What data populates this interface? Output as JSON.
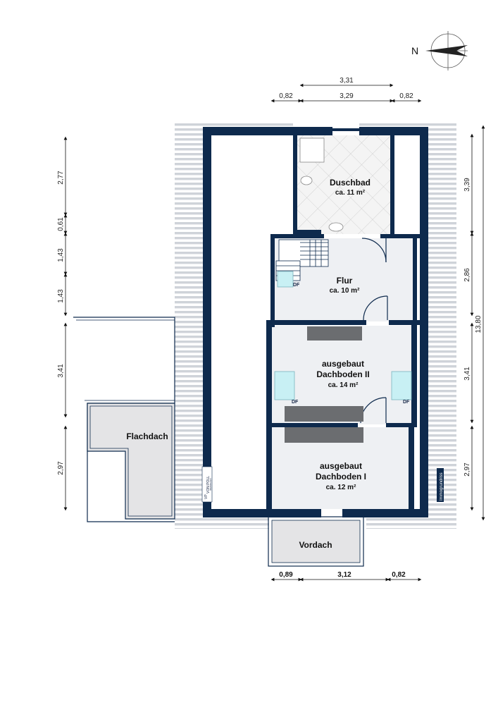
{
  "compass": {
    "label": "N"
  },
  "rooms": {
    "duschbad": {
      "name": "Duschbad",
      "area": "ca. 11 m²"
    },
    "flur": {
      "name": "Flur",
      "area": "ca. 10 m²"
    },
    "dachboden2": {
      "line1": "ausgebaut",
      "line2": "Dachboden II",
      "area": "ca. 14 m²"
    },
    "dachboden1": {
      "line1": "ausgebaut",
      "line2": "Dachboden I",
      "area": "ca. 12 m²"
    },
    "flachdach": {
      "name": "Flachdach"
    },
    "vordach": {
      "name": "Vordach"
    }
  },
  "windows": {
    "df": "DF"
  },
  "dimensions": {
    "top_overall": "3,31",
    "top_left": "0,82",
    "top_mid": "3,29",
    "top_right": "0,82",
    "bottom_left": "0,89",
    "bottom_mid": "3,12",
    "bottom_right": "0,82",
    "left": [
      "2,77",
      "0,61",
      "1,43",
      "1,43",
      "3,41",
      "2,97"
    ],
    "right": [
      "3,39",
      "2,86",
      "3,41",
      "2,97"
    ],
    "right_total": "13,80"
  },
  "branding": {
    "logo": "VP",
    "brand": "VON POLL",
    "brand_sub": "IMMOBILIEN",
    "credit": "Immogrundriss"
  },
  "colors": {
    "wall": "#0e2a4d",
    "floor": "#eef0f3",
    "terrace": "#e4e4e6",
    "roof_stripe": "#d2d5da"
  }
}
